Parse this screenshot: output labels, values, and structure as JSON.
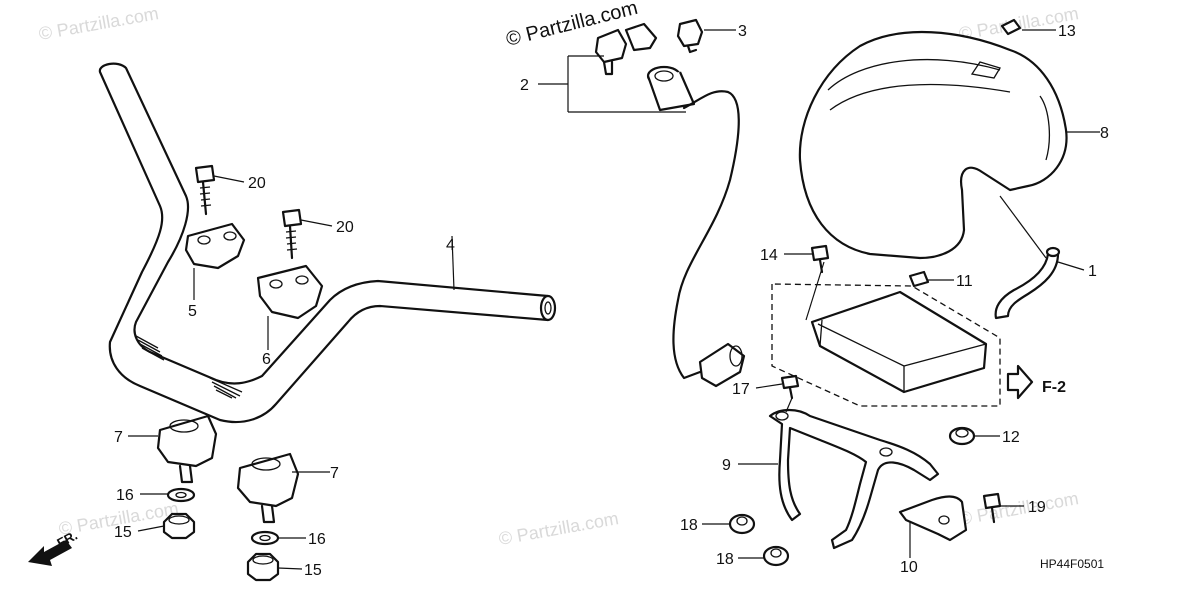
{
  "watermark": {
    "primary": "© Partzilla.com",
    "faint": "© Partzilla.com"
  },
  "diagram": {
    "code": "HP44F0501",
    "section_ref": "F-2",
    "front_marker": "FR."
  },
  "callouts": {
    "c1": "1",
    "c2": "2",
    "c3": "3",
    "c4": "4",
    "c5": "5",
    "c6": "6",
    "c7a": "7",
    "c7b": "7",
    "c8": "8",
    "c9": "9",
    "c10": "10",
    "c11": "11",
    "c12": "12",
    "c13": "13",
    "c14": "14",
    "c15a": "15",
    "c15b": "15",
    "c16a": "16",
    "c16b": "16",
    "c17": "17",
    "c18a": "18",
    "c18b": "18",
    "c19": "19",
    "c20a": "20",
    "c20b": "20"
  }
}
